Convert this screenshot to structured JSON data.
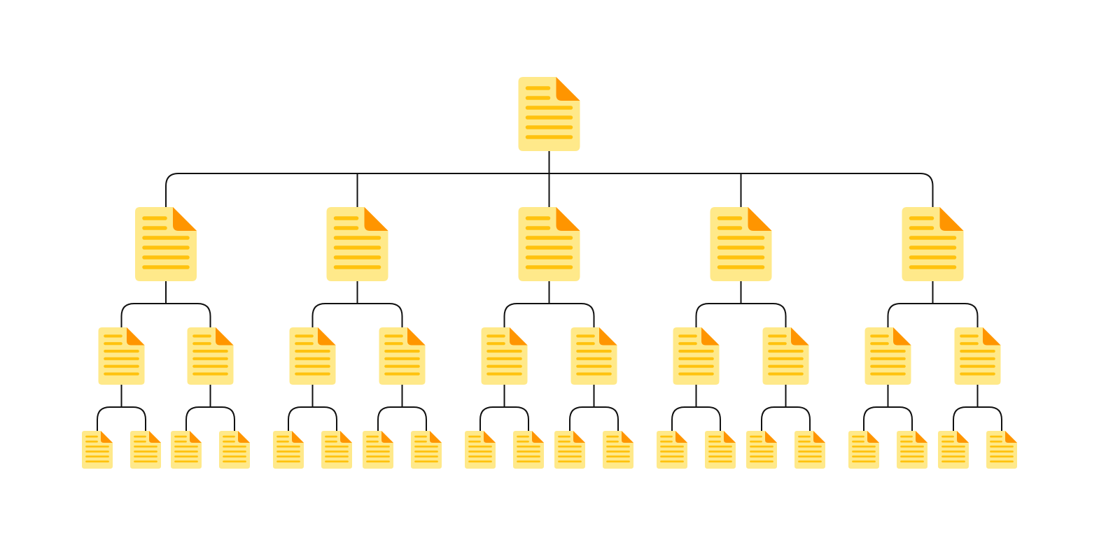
{
  "colors": {
    "page_bg": "#FFFFFF",
    "connector": "#111111",
    "doc_body": "#FFE98A",
    "doc_lines": "#FFC20E",
    "doc_fold": "#FF9500"
  },
  "diagram": {
    "type": "tree",
    "node_icon": "document-icon",
    "branching": [
      5,
      2,
      2
    ],
    "levels": [
      {
        "level": 0,
        "count": 1
      },
      {
        "level": 1,
        "count": 5
      },
      {
        "level": 2,
        "count": 10
      },
      {
        "level": 3,
        "count": 20
      }
    ]
  }
}
